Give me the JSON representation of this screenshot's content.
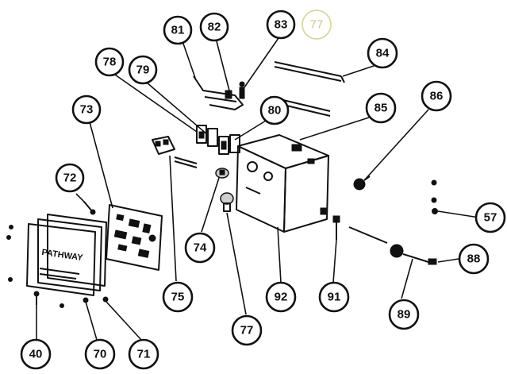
{
  "callouts": [
    {
      "label": "81"
    },
    {
      "label": "82"
    },
    {
      "label": "83"
    },
    {
      "label": "77"
    },
    {
      "label": "78"
    },
    {
      "label": "79"
    },
    {
      "label": "84"
    },
    {
      "label": "73"
    },
    {
      "label": "80"
    },
    {
      "label": "85"
    },
    {
      "label": "86"
    },
    {
      "label": "72"
    },
    {
      "label": "57"
    },
    {
      "label": "74"
    },
    {
      "label": "88"
    },
    {
      "label": "75"
    },
    {
      "label": "92"
    },
    {
      "label": "91"
    },
    {
      "label": "89"
    },
    {
      "label": "77"
    },
    {
      "label": "40"
    },
    {
      "label": "70"
    },
    {
      "label": "71"
    }
  ],
  "panel": {
    "brand_text": "PATHWAY"
  },
  "colors": {
    "line": "#111111",
    "faded_callout": "#d8d8a0",
    "background": "#ffffff"
  }
}
